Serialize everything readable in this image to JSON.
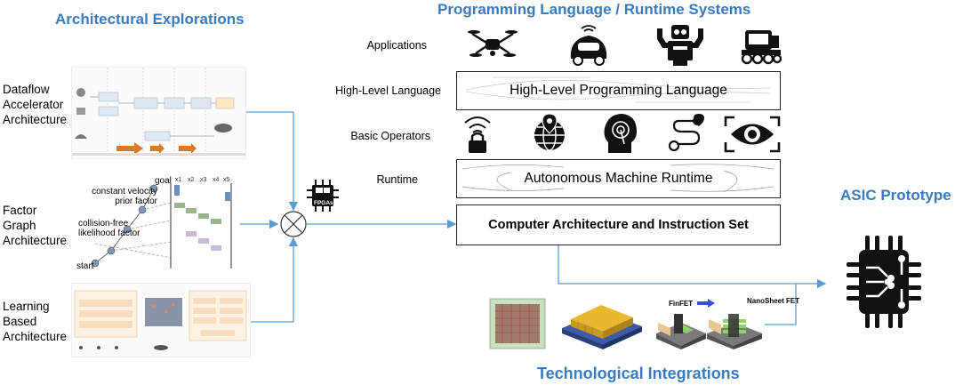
{
  "titles": {
    "left": "Architectural Explorations",
    "top": "Programming Language / Runtime Systems",
    "right": "ASIC Prototype",
    "bottom": "Technological Integrations"
  },
  "architectures": [
    {
      "label": "Dataflow\nAccelerator\nArchitecture"
    },
    {
      "label": "Factor\nGraph\nArchitecture"
    },
    {
      "label": "Learning\nBased\nArchitecture"
    }
  ],
  "factor_graph": {
    "goal": "goal",
    "constant_velocity": "constant velocity\nprior factor",
    "collision_free": "collision-free\nlikelihood factor",
    "start": "start"
  },
  "fpga_label": "FPGAs",
  "stack_rows": {
    "applications": "Applications",
    "high_level_language": "High-Level Language",
    "basic_operators": "Basic Operators",
    "runtime": "Runtime"
  },
  "stack_boxes": {
    "hll": "High-Level Programming Language",
    "runtime": "Autonomous Machine Runtime",
    "architecture": "Computer Architecture and Instruction Set"
  },
  "tech": {
    "finfet": "FinFET",
    "nanosheet": "NanoSheet FET"
  },
  "colors": {
    "title_blue": "#3a7bbf",
    "arrow_blue": "#5b9bd5"
  },
  "icons": [
    "drone-icon",
    "autonomous-car-icon",
    "robot-icon",
    "rover-icon",
    "wifi-lock-icon",
    "globe-pin-icon",
    "head-touch-icon",
    "route-icon",
    "eye-icon",
    "fpga-chip-icon",
    "asic-chip-icon"
  ]
}
